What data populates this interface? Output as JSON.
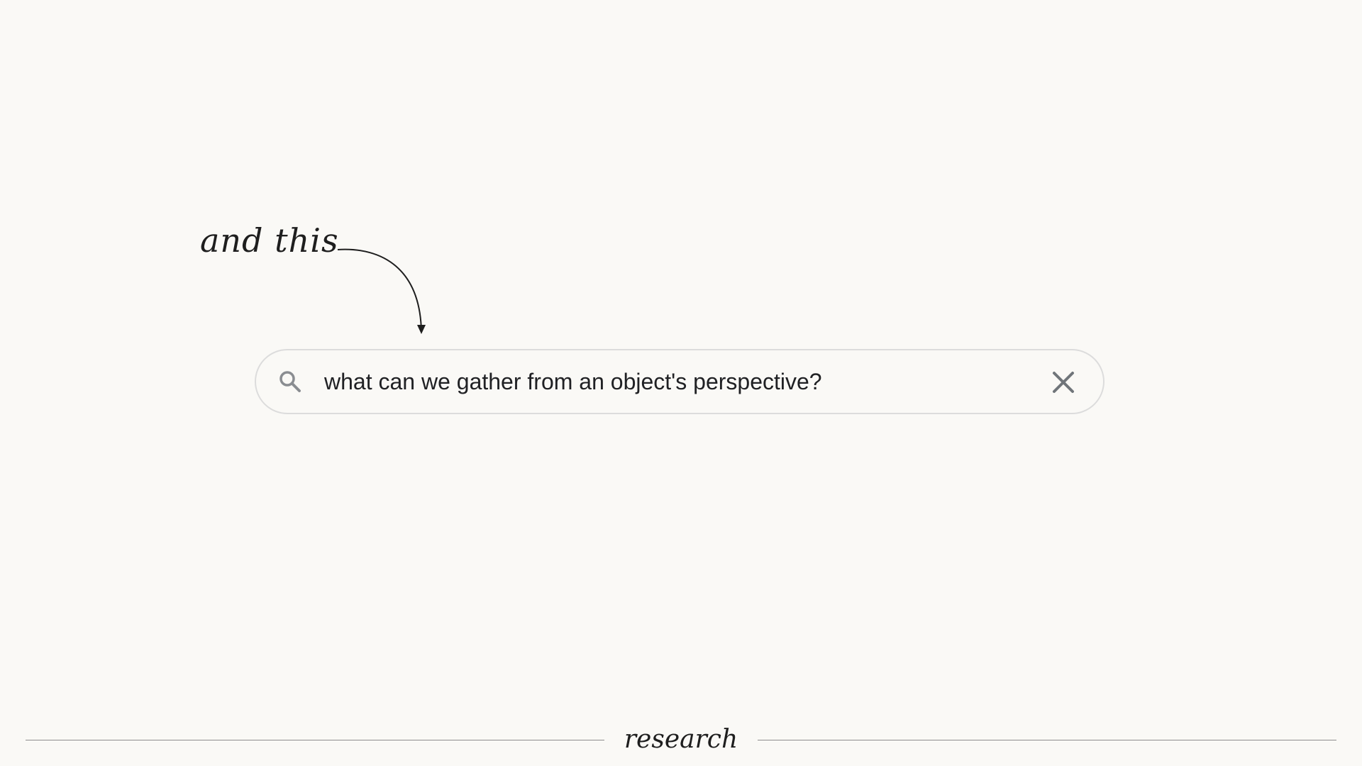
{
  "annotation": {
    "text": "and this"
  },
  "search": {
    "query": "what can we gather from an object's perspective?",
    "search_icon": "search-icon",
    "clear_icon": "close-icon"
  },
  "footer": {
    "label": "research"
  },
  "colors": {
    "background": "#faf9f6",
    "search_border": "#dcdcdc",
    "icon_gray": "#70757a",
    "text": "#202124"
  }
}
